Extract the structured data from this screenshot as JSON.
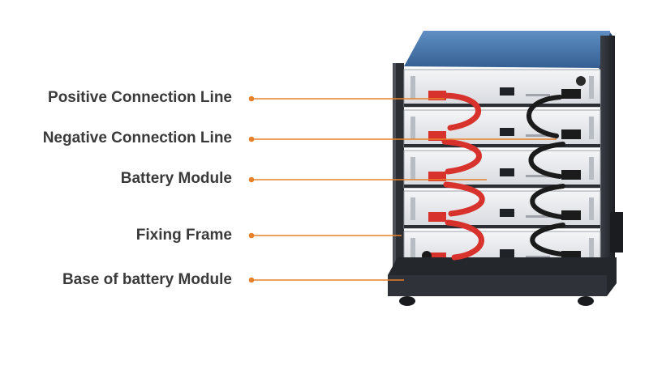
{
  "labels": [
    {
      "text": "Positive Connection Line"
    },
    {
      "text": "Negative Connection Line"
    },
    {
      "text": "Battery Module"
    },
    {
      "text": "Fixing Frame"
    },
    {
      "text": "Base of battery Module"
    }
  ],
  "colors": {
    "leader_line": "#e8822a",
    "label_text": "#3a3a3a",
    "cabinet_top": "#3f6fa6",
    "frame": "#2b2e33",
    "module_face": "#e9ebee",
    "positive_cable": "#d8322c",
    "negative_cable": "#1b1b1b"
  },
  "components": {
    "cabinet": "battery-cabinet",
    "modules_count": 5
  }
}
